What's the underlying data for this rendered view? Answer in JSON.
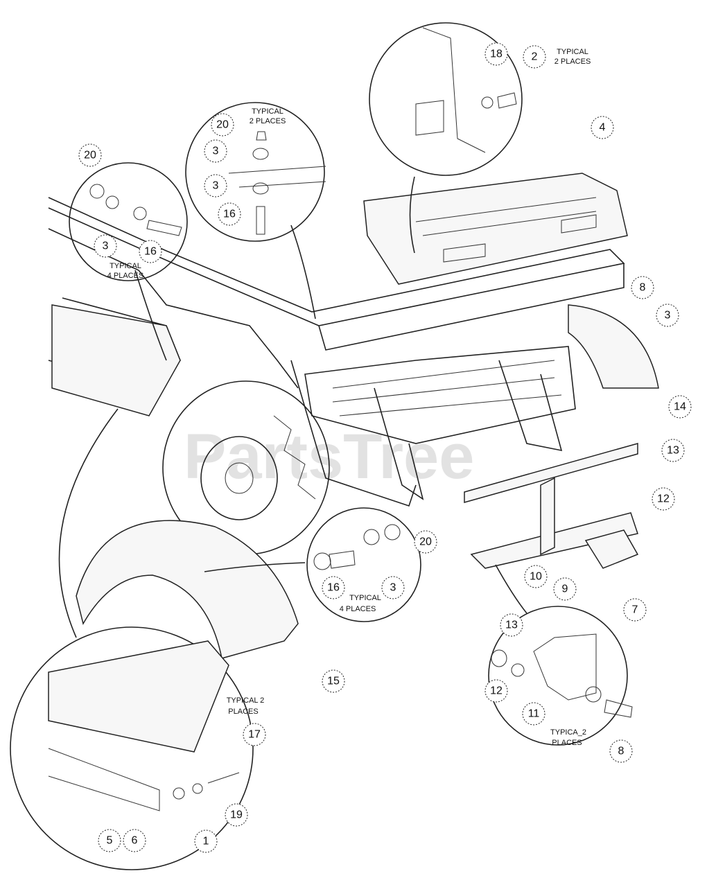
{
  "watermark": "PartsTree",
  "callouts": [
    "20",
    "3",
    "16",
    "20",
    "3",
    "3",
    "16",
    "18",
    "2",
    "4",
    "8",
    "3",
    "14",
    "13",
    "12",
    "20",
    "16",
    "3",
    "15",
    "10",
    "9",
    "7",
    "13",
    "12",
    "11",
    "8",
    "17",
    "19",
    "1",
    "5",
    "6"
  ],
  "notes": {
    "n1_a": "TYPICAL",
    "n1_b": "2 PLACES",
    "n2_a": "TYPICAL",
    "n2_b": "2 PLACES",
    "n3_a": "TYPICAL",
    "n3_b": "4 PLACES",
    "n4_a": "TYPICAL",
    "n4_b": "4 PLACES",
    "n5_a": "TYPICAL 2",
    "n5_b": "PLACES",
    "n6_a": "TYPICA_2",
    "n6_b": "PLACES"
  }
}
